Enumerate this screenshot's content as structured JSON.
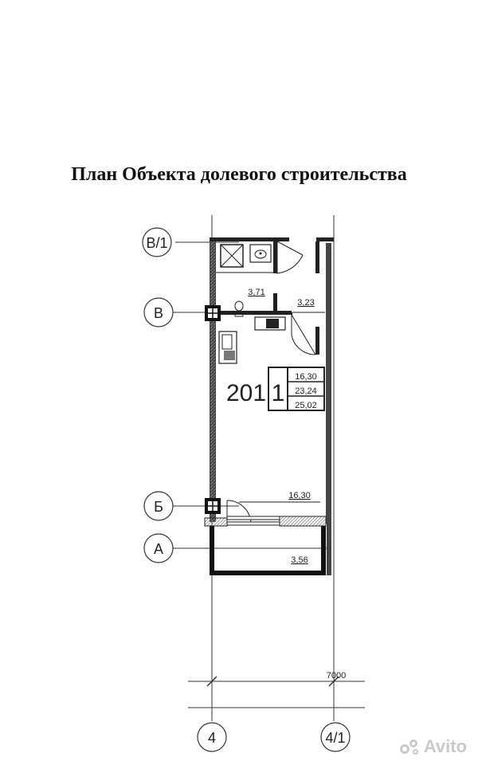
{
  "title": "План Объекта долевого строительства",
  "axes": {
    "v1": "В/1",
    "v": "В",
    "b": "Б",
    "a": "А",
    "n4": "4",
    "n41": "4/1"
  },
  "rooms": {
    "bath_area": "3,71",
    "hall_area": "3,23",
    "room_area": "16,30",
    "balcony_area": "3,56"
  },
  "apartment": {
    "number": "201",
    "rooms_count": "1",
    "area_living": "16,30",
    "area_total": "23,24",
    "area_with_balcony": "25,02"
  },
  "dimension": "7000",
  "watermark": "Avito"
}
